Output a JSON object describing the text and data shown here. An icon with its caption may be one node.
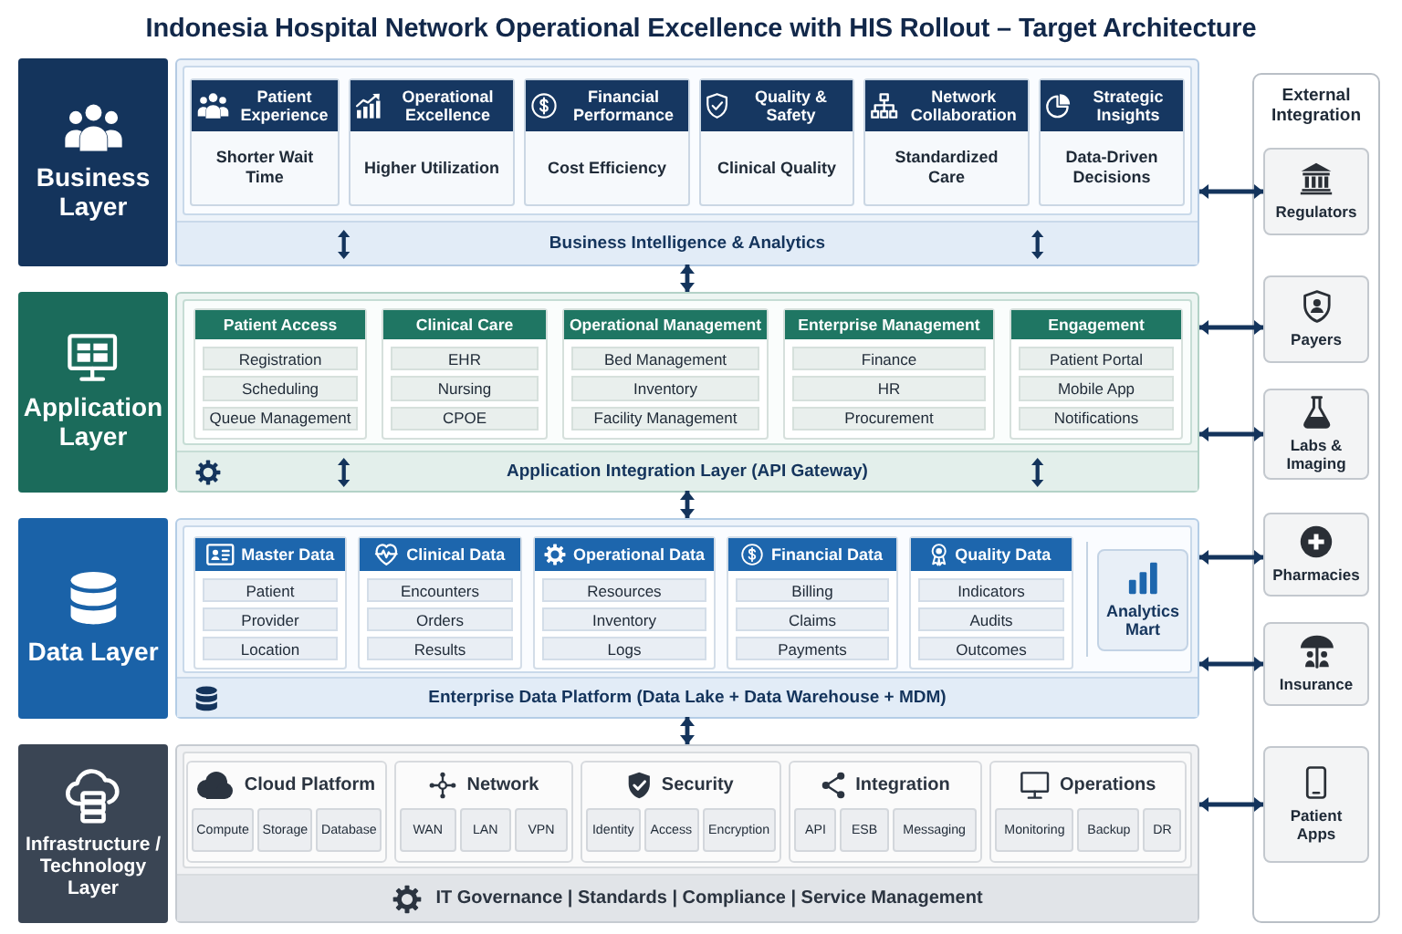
{
  "diagram": {
    "title": "Indonesia Hospital Network Operational Excellence with HIS Rollout – Target Architecture",
    "nodes": [
      {
        "text": [
          "Business Layer"
        ]
      },
      {
        "text": [
          "Patient Experience",
          "Shorter Wait Time"
        ],
        "in": 0
      },
      {
        "text": [
          "Operational Excellence",
          "Higher Utilization"
        ],
        "in": 0
      },
      {
        "text": [
          "Financial Performance",
          "Cost Efficiency"
        ],
        "in": 0
      },
      {
        "text": [
          "Quality & Safety",
          "Clinical Quality"
        ],
        "in": 0
      },
      {
        "text": [
          "Network Collaboration",
          "Standardized Care"
        ],
        "in": 0
      },
      {
        "text": [
          "Strategic Insights",
          "Data-Driven Decisions"
        ],
        "in": 0
      },
      {
        "text": [
          "Business Intelligence & Analytics"
        ],
        "in": 0
      },
      {
        "text": [
          "Application Layer"
        ]
      },
      {
        "text": [
          "Patient Access"
        ],
        "in": 8
      },
      {
        "text": [
          "Registration"
        ],
        "in": 9
      },
      {
        "text": [
          "Scheduling"
        ],
        "in": 9
      },
      {
        "text": [
          "Queue Management"
        ],
        "in": 9
      },
      {
        "text": [
          "Clinical Care"
        ],
        "in": 8
      },
      {
        "text": [
          "EHR"
        ],
        "in": 13
      },
      {
        "text": [
          "Nursing"
        ],
        "in": 13
      },
      {
        "text": [
          "CPOE"
        ],
        "in": 13
      },
      {
        "text": [
          "Operational Management"
        ],
        "in": 8
      },
      {
        "text": [
          "Bed Management"
        ],
        "in": 17
      },
      {
        "text": [
          "Inventory"
        ],
        "in": 17
      },
      {
        "text": [
          "Facility Management"
        ],
        "in": 17
      },
      {
        "text": [
          "Enterprise Management"
        ],
        "in": 8
      },
      {
        "text": [
          "Finance"
        ],
        "in": 21
      },
      {
        "text": [
          "HR"
        ],
        "in": 21
      },
      {
        "text": [
          "Procurement"
        ],
        "in": 21
      },
      {
        "text": [
          "Engagement"
        ],
        "in": 8
      },
      {
        "text": [
          "Patient Portal"
        ],
        "in": 25
      },
      {
        "text": [
          "Mobile App"
        ],
        "in": 25
      },
      {
        "text": [
          "Notifications"
        ],
        "in": 25
      },
      {
        "text": [
          "Application Integration Layer (API Gateway)"
        ],
        "in": 8
      },
      {
        "text": [
          "Data Layer"
        ]
      },
      {
        "text": [
          "Master Data"
        ],
        "in": 30
      },
      {
        "text": [
          "Patient"
        ],
        "in": 31
      },
      {
        "text": [
          "Provider"
        ],
        "in": 31
      },
      {
        "text": [
          "Location"
        ],
        "in": 31
      },
      {
        "text": [
          "Clinical Data"
        ],
        "in": 30
      },
      {
        "text": [
          "Encounters"
        ],
        "in": 35
      },
      {
        "text": [
          "Orders"
        ],
        "in": 35
      },
      {
        "text": [
          "Results"
        ],
        "in": 35
      },
      {
        "text": [
          "Operational Data"
        ],
        "in": 30
      },
      {
        "text": [
          "Resources"
        ],
        "in": 39
      },
      {
        "text": [
          "Inventory"
        ],
        "in": 39
      },
      {
        "text": [
          "Logs"
        ],
        "in": 39
      },
      {
        "text": [
          "Financial Data"
        ],
        "in": 30
      },
      {
        "text": [
          "Billing"
        ],
        "in": 43
      },
      {
        "text": [
          "Claims"
        ],
        "in": 43
      },
      {
        "text": [
          "Payments"
        ],
        "in": 43
      },
      {
        "text": [
          "Quality Data"
        ],
        "in": 30
      },
      {
        "text": [
          "Indicators"
        ],
        "in": 47
      },
      {
        "text": [
          "Audits"
        ],
        "in": 47
      },
      {
        "text": [
          "Outcomes"
        ],
        "in": 47
      },
      {
        "text": [
          "Analytics Mart"
        ],
        "in": 30
      },
      {
        "text": [
          "Enterprise Data Platform (Data Lake + Data Warehouse + MDM)"
        ],
        "in": 30
      },
      {
        "text": [
          "Infrastructure / Technology Layer"
        ]
      },
      {
        "text": [
          "Cloud Platform"
        ],
        "in": 53
      },
      {
        "text": [
          "Compute"
        ],
        "in": 54
      },
      {
        "text": [
          "Storage"
        ],
        "in": 54
      },
      {
        "text": [
          "Database"
        ],
        "in": 54
      },
      {
        "text": [
          "Network"
        ],
        "in": 53
      },
      {
        "text": [
          "WAN"
        ],
        "in": 58
      },
      {
        "text": [
          "LAN"
        ],
        "in": 58
      },
      {
        "text": [
          "VPN"
        ],
        "in": 58
      },
      {
        "text": [
          "Security"
        ],
        "in": 53
      },
      {
        "text": [
          "Identity"
        ],
        "in": 62
      },
      {
        "text": [
          "Access"
        ],
        "in": 62
      },
      {
        "text": [
          "Encryption"
        ],
        "in": 62
      },
      {
        "text": [
          "Integration"
        ],
        "in": 53
      },
      {
        "text": [
          "API"
        ],
        "in": 66
      },
      {
        "text": [
          "ESB"
        ],
        "in": 66
      },
      {
        "text": [
          "Messaging"
        ],
        "in": 66
      },
      {
        "text": [
          "Operations"
        ],
        "in": 53
      },
      {
        "text": [
          "Monitoring"
        ],
        "in": 70
      },
      {
        "text": [
          "Backup"
        ],
        "in": 70
      },
      {
        "text": [
          "DR"
        ],
        "in": 70
      },
      {
        "text": [
          "IT Governance | Standards | Compliance | Service Management"
        ],
        "in": 53
      },
      {
        "text": [
          "External Integration"
        ]
      },
      {
        "text": [
          "Regulators"
        ],
        "in": 75
      },
      {
        "text": [
          "Payers"
        ],
        "in": 75
      },
      {
        "text": [
          "Labs & Imaging"
        ],
        "in": 75
      },
      {
        "text": [
          "Pharmacies"
        ],
        "in": 75
      },
      {
        "text": [
          "Insurance"
        ],
        "in": 75
      },
      {
        "text": [
          "Patient Apps"
        ],
        "in": 75
      }
    ],
    "edges": [
      {
        "from": 7,
        "to": 8,
        "arrow": "both"
      },
      {
        "from": 29,
        "to": 30,
        "arrow": "both"
      },
      {
        "from": 52,
        "to": 53,
        "arrow": "both"
      },
      {
        "from": 0,
        "to": 76,
        "arrow": "both"
      },
      {
        "from": 8,
        "to": 77,
        "arrow": "both"
      },
      {
        "from": 8,
        "to": 78,
        "arrow": "both"
      },
      {
        "from": 30,
        "to": 79,
        "arrow": "both"
      },
      {
        "from": 30,
        "to": 80,
        "arrow": "both"
      },
      {
        "from": 53,
        "to": 81,
        "arrow": "both"
      }
    ]
  }
}
